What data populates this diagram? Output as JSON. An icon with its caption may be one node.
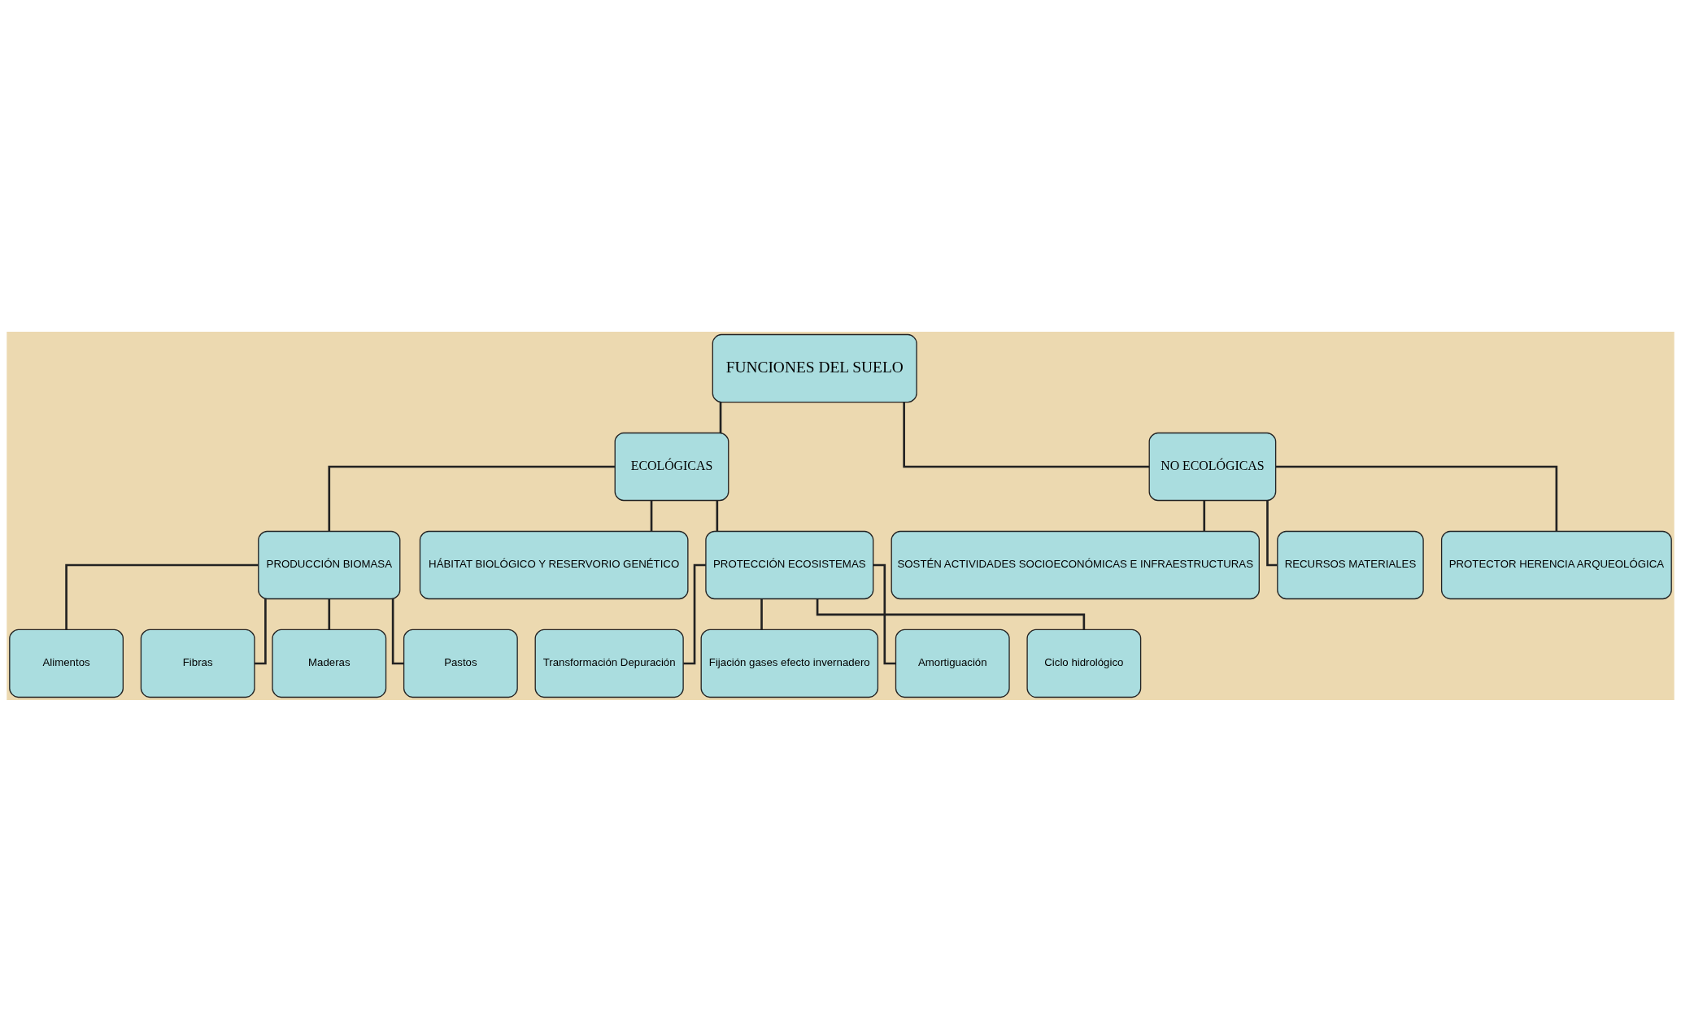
{
  "diagram": {
    "nodes": [
      {
        "text": [
          "FUNCIONES DEL SUELO"
        ]
      },
      {
        "text": [
          "ECOLÓGICAS"
        ]
      },
      {
        "text": [
          "NO ECOLÓGICAS"
        ]
      },
      {
        "text": [
          "PRODUCCIÓN BIOMASA"
        ]
      },
      {
        "text": [
          "HÁBITAT BIOLÓGICO Y RESERVORIO GENÉTICO"
        ]
      },
      {
        "text": [
          "PROTECCIÓN ECOSISTEMAS"
        ]
      },
      {
        "text": [
          "SOSTÉN ACTIVIDADES SOCIOECONÓMICAS E INFRAESTRUCTURAS"
        ]
      },
      {
        "text": [
          "RECURSOS MATERIALES"
        ]
      },
      {
        "text": [
          "PROTECTOR HERENCIA ARQUEOLÓGICA"
        ]
      },
      {
        "text": [
          "Alimentos"
        ]
      },
      {
        "text": [
          "Fibras"
        ]
      },
      {
        "text": [
          "Transformación Depuración"
        ]
      },
      {
        "text": [
          "Fijación gases efecto invernadero"
        ]
      },
      {
        "text": [
          "Maderas"
        ]
      },
      {
        "text": [
          "Pastos"
        ]
      },
      {
        "text": [
          "Amortiguación"
        ]
      },
      {
        "text": [
          "Ciclo hidrológico"
        ]
      }
    ],
    "edges": [
      {
        "from": 0,
        "to": 1,
        "arrow": "none"
      },
      {
        "from": 0,
        "to": 2,
        "arrow": "none"
      },
      {
        "from": 1,
        "to": 3,
        "arrow": "none"
      },
      {
        "from": 1,
        "to": 4,
        "arrow": "none"
      },
      {
        "from": 1,
        "to": 5,
        "arrow": "none"
      },
      {
        "from": 2,
        "to": 6,
        "arrow": "none"
      },
      {
        "from": 2,
        "to": 7,
        "arrow": "none"
      },
      {
        "from": 2,
        "to": 8,
        "arrow": "none"
      },
      {
        "from": 3,
        "to": 9,
        "arrow": "none"
      },
      {
        "from": 3,
        "to": 10,
        "arrow": "none"
      },
      {
        "from": 3,
        "to": 13,
        "arrow": "none"
      },
      {
        "from": 3,
        "to": 14,
        "arrow": "none"
      },
      {
        "from": 5,
        "to": 11,
        "arrow": "none"
      },
      {
        "from": 5,
        "to": 12,
        "arrow": "none"
      },
      {
        "from": 5,
        "to": 15,
        "arrow": "none"
      },
      {
        "from": 5,
        "to": 16,
        "arrow": "none"
      }
    ]
  }
}
